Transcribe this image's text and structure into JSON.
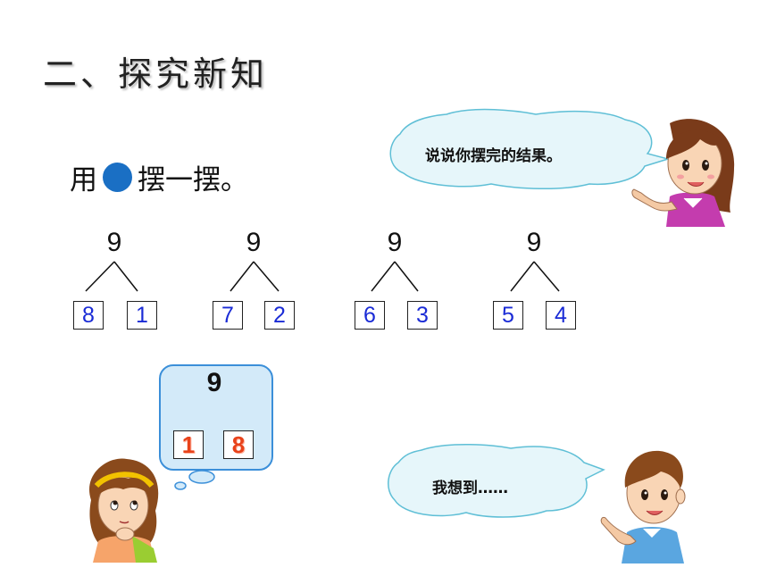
{
  "title": "二、探究新知",
  "instruction": {
    "prefix": "用",
    "suffix": "摆一摆。"
  },
  "trees": [
    {
      "total": "9",
      "left": "8",
      "right": "1"
    },
    {
      "total": "9",
      "left": "7",
      "right": "2"
    },
    {
      "total": "9",
      "left": "6",
      "right": "3"
    },
    {
      "total": "9",
      "left": "5",
      "right": "4"
    }
  ],
  "thought": {
    "total": "9",
    "left": "1",
    "right": "8"
  },
  "teacher_speech": "说说你摆完的结果。",
  "boy_speech": "我想到……",
  "colors": {
    "dot": "#1a6fc4",
    "box_number": "#1a2bd6",
    "thought_number": "#e8421a",
    "bubble_fill": "#e6f6fa",
    "thought_fill": "#d3eaf9"
  }
}
